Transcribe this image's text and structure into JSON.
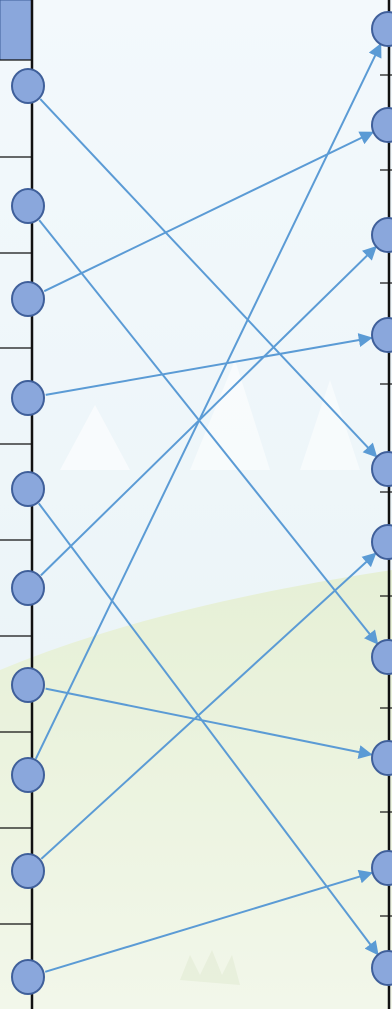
{
  "diagram": {
    "type": "matching-connectors",
    "left_node_count": 10,
    "right_node_count": 10,
    "connections": [
      {
        "from": 1,
        "to": 5
      },
      {
        "from": 2,
        "to": 7
      },
      {
        "from": 3,
        "to": 2
      },
      {
        "from": 4,
        "to": 4
      },
      {
        "from": 5,
        "to": 10
      },
      {
        "from": 6,
        "to": 3
      },
      {
        "from": 7,
        "to": 8
      },
      {
        "from": 8,
        "to": 1
      },
      {
        "from": 9,
        "to": 6
      },
      {
        "from": 10,
        "to": 9
      }
    ],
    "colors": {
      "node_fill": "#8aa7dc",
      "node_stroke": "#3f5f9a",
      "line": "#5b9bd5",
      "column_line": "#111111",
      "header_fill": "#8aa7dc",
      "sky_top": "#f3f9fc",
      "sky_bottom": "#e8f2f6",
      "ground": "#eef5e2"
    }
  }
}
